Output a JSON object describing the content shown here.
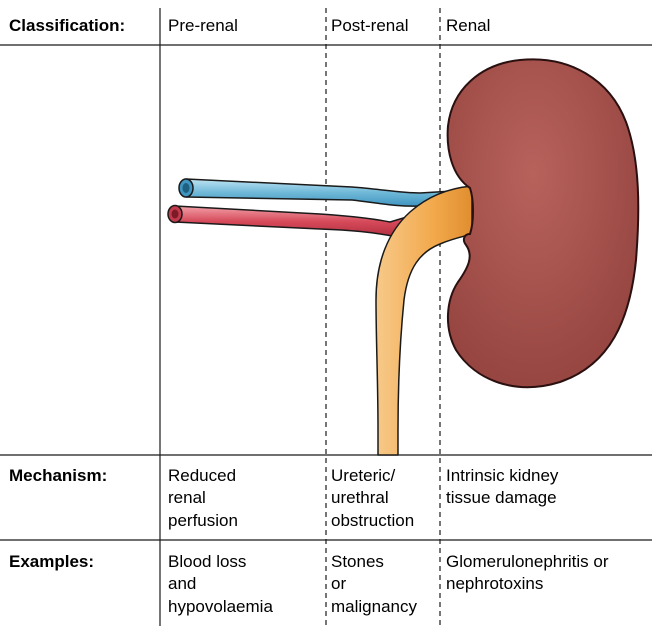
{
  "header": {
    "classification_label": "Classification:",
    "columns": [
      "Pre-renal",
      "Post-renal",
      "Renal"
    ]
  },
  "rows": [
    {
      "label": "Mechanism:",
      "cells": [
        [
          "Reduced",
          "renal",
          "perfusion"
        ],
        [
          "Ureteric/",
          "urethral",
          "obstruction"
        ],
        [
          "Intrinsic kidney",
          "tissue damage"
        ]
      ]
    },
    {
      "label": "Examples:",
      "cells": [
        [
          "Blood loss",
          "and",
          "hypovolaemia"
        ],
        [
          "Stones",
          "or",
          "malignancy"
        ],
        [
          "Glomerulonephritis or",
          "nephrotoxins"
        ]
      ]
    }
  ],
  "colors": {
    "kidney": "#a8534f",
    "kidney_stroke": "#2a1010",
    "vein": "#8cc8e0",
    "artery": "#d85a66",
    "ureter": "#f4b25a",
    "line": "#1a1a1a"
  }
}
